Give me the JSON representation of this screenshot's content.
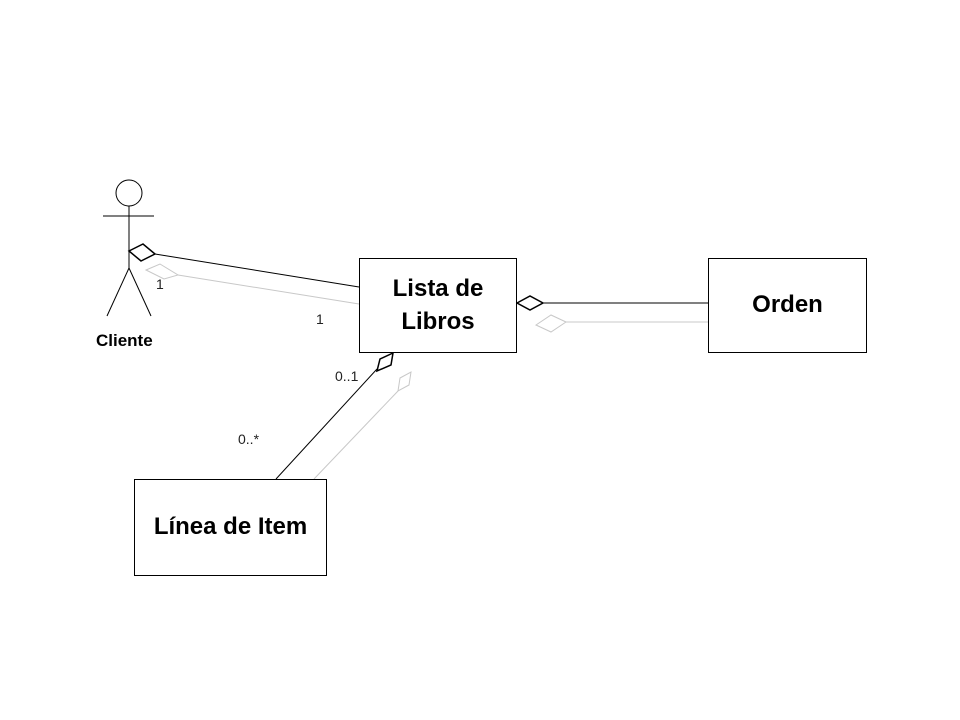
{
  "diagram": {
    "type": "uml-class-diagram",
    "colors": {
      "line": "#000000",
      "shadow_line": "#c8c8c8",
      "box_border": "#000000",
      "background": "#ffffff"
    },
    "actor": {
      "label": "Cliente"
    },
    "classes": {
      "lista_de_libros": {
        "label": "Lista de\nLibros"
      },
      "orden": {
        "label": "Orden"
      },
      "linea_de_item": {
        "label": "Línea de Item"
      }
    },
    "relationships": [
      {
        "from": "Lista de Libros",
        "to": "Cliente",
        "kind": "aggregation",
        "multiplicity_actor_end": "1",
        "multiplicity_class_end": "1"
      },
      {
        "from": "Orden",
        "to": "Lista de Libros",
        "kind": "aggregation"
      },
      {
        "from": "Línea de Item",
        "to": "Lista de Libros",
        "kind": "aggregation",
        "multiplicity_aggregate_end": "0..1",
        "multiplicity_part_end": "0..*"
      }
    ]
  }
}
